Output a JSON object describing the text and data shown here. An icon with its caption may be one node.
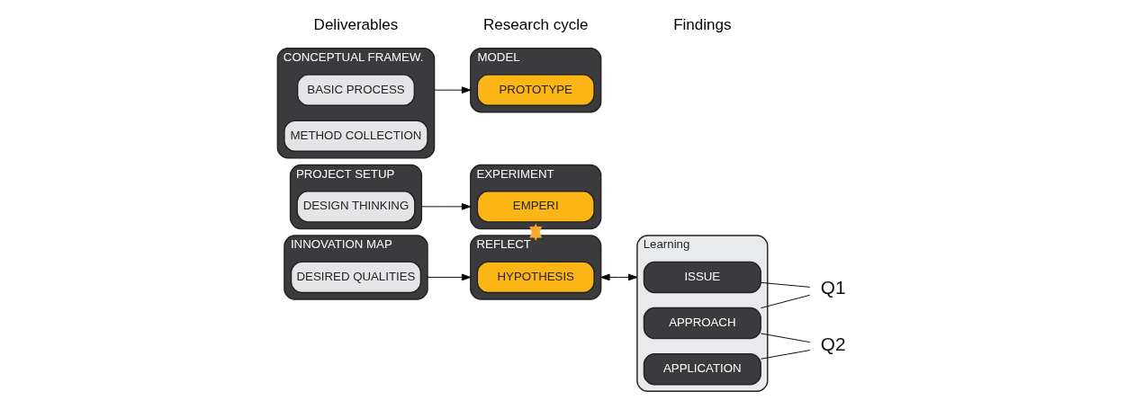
{
  "diagram": {
    "nodes": [
      {
        "text": [
          "INNOVATION MAP"
        ]
      },
      {
        "text": [
          "DESIRED QUALITIES"
        ],
        "in": 0
      },
      {
        "text": [
          "PROJECT SETUP"
        ]
      },
      {
        "text": [
          "DESIGN THINKING"
        ],
        "in": 2
      },
      {
        "text": [
          "CONCEPTUAL FRAMEW."
        ]
      },
      {
        "text": [
          "BASIC PROCESS"
        ],
        "in": 4
      },
      {
        "text": [
          "METHOD COLLECTION"
        ],
        "in": 4
      },
      {
        "text": [
          "REFLECT"
        ]
      },
      {
        "text": [
          "HYPOTHESIS"
        ],
        "in": 7
      },
      {
        "text": [
          "MODEL"
        ]
      },
      {
        "text": [
          "PROTOTYPE"
        ],
        "in": 9
      },
      {
        "text": [
          "EXPERIMENT"
        ]
      },
      {
        "text": [
          "EMPERI"
        ],
        "in": 11
      },
      {
        "text": [
          "Learning"
        ]
      },
      {
        "text": [
          "ISSUE"
        ],
        "in": 13
      },
      {
        "text": [
          "APPROACH"
        ],
        "in": 13
      },
      {
        "text": [
          "APPLICATION"
        ],
        "in": 13
      },
      {
        "text": [
          "Q1"
        ]
      },
      {
        "text": [
          "Q2"
        ]
      }
    ],
    "edges": [
      {
        "from": 0,
        "to": 7,
        "arrow": "to"
      },
      {
        "from": 2,
        "to": 11,
        "arrow": "to"
      },
      {
        "from": 4,
        "to": 9,
        "arrow": "to"
      },
      {
        "from": 7,
        "to": 13,
        "arrow": "both"
      },
      {
        "from": 14,
        "to": 17,
        "arrow": "none"
      },
      {
        "from": 15,
        "to": 17,
        "arrow": "none"
      },
      {
        "from": 15,
        "to": 18,
        "arrow": "none"
      },
      {
        "from": 16,
        "to": 18,
        "arrow": "none"
      },
      {
        "from": 7,
        "to": 11,
        "arrow": "to",
        "style": "thick",
        "color": "#f8a831"
      },
      {
        "from": 11,
        "to": 7,
        "arrow": "to",
        "style": "thick",
        "color": "#f8a831"
      }
    ],
    "labels": [
      "Deliverables",
      "Research cycle",
      "Findings"
    ]
  }
}
